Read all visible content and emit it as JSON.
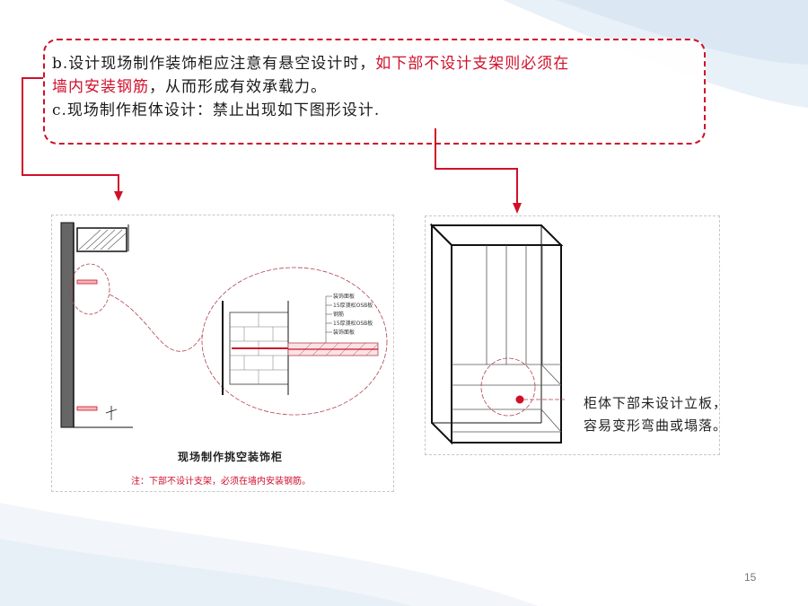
{
  "note": {
    "line_b_black": "b.设计现场制作装饰柜应注意有悬空设计时，",
    "line_b_red": "如下部不设计支架则必须在",
    "line_b2_red": "墙内安装钢筋",
    "line_b2_black": "，从而形成有效承载力。",
    "line_c": "c.现场制作柜体设计：禁止出现如下图形设计."
  },
  "left_figure": {
    "caption": "现场制作挑空装饰柜",
    "note": "注：下部不设计支架，必须在墙内安装钢筋。",
    "layer_labels": [
      "装饰面板",
      "15厚澳松OSB板",
      "钢筋",
      "15厚澳松OSB板",
      "装饰面板"
    ]
  },
  "right_figure": {
    "warning_line1": "柜体下部未设计立板，",
    "warning_line2": "容易变形弯曲或塌落。"
  },
  "page_number": "15",
  "colors": {
    "accent_red": "#d0102a",
    "decor_blue": "#dbe8f4"
  }
}
